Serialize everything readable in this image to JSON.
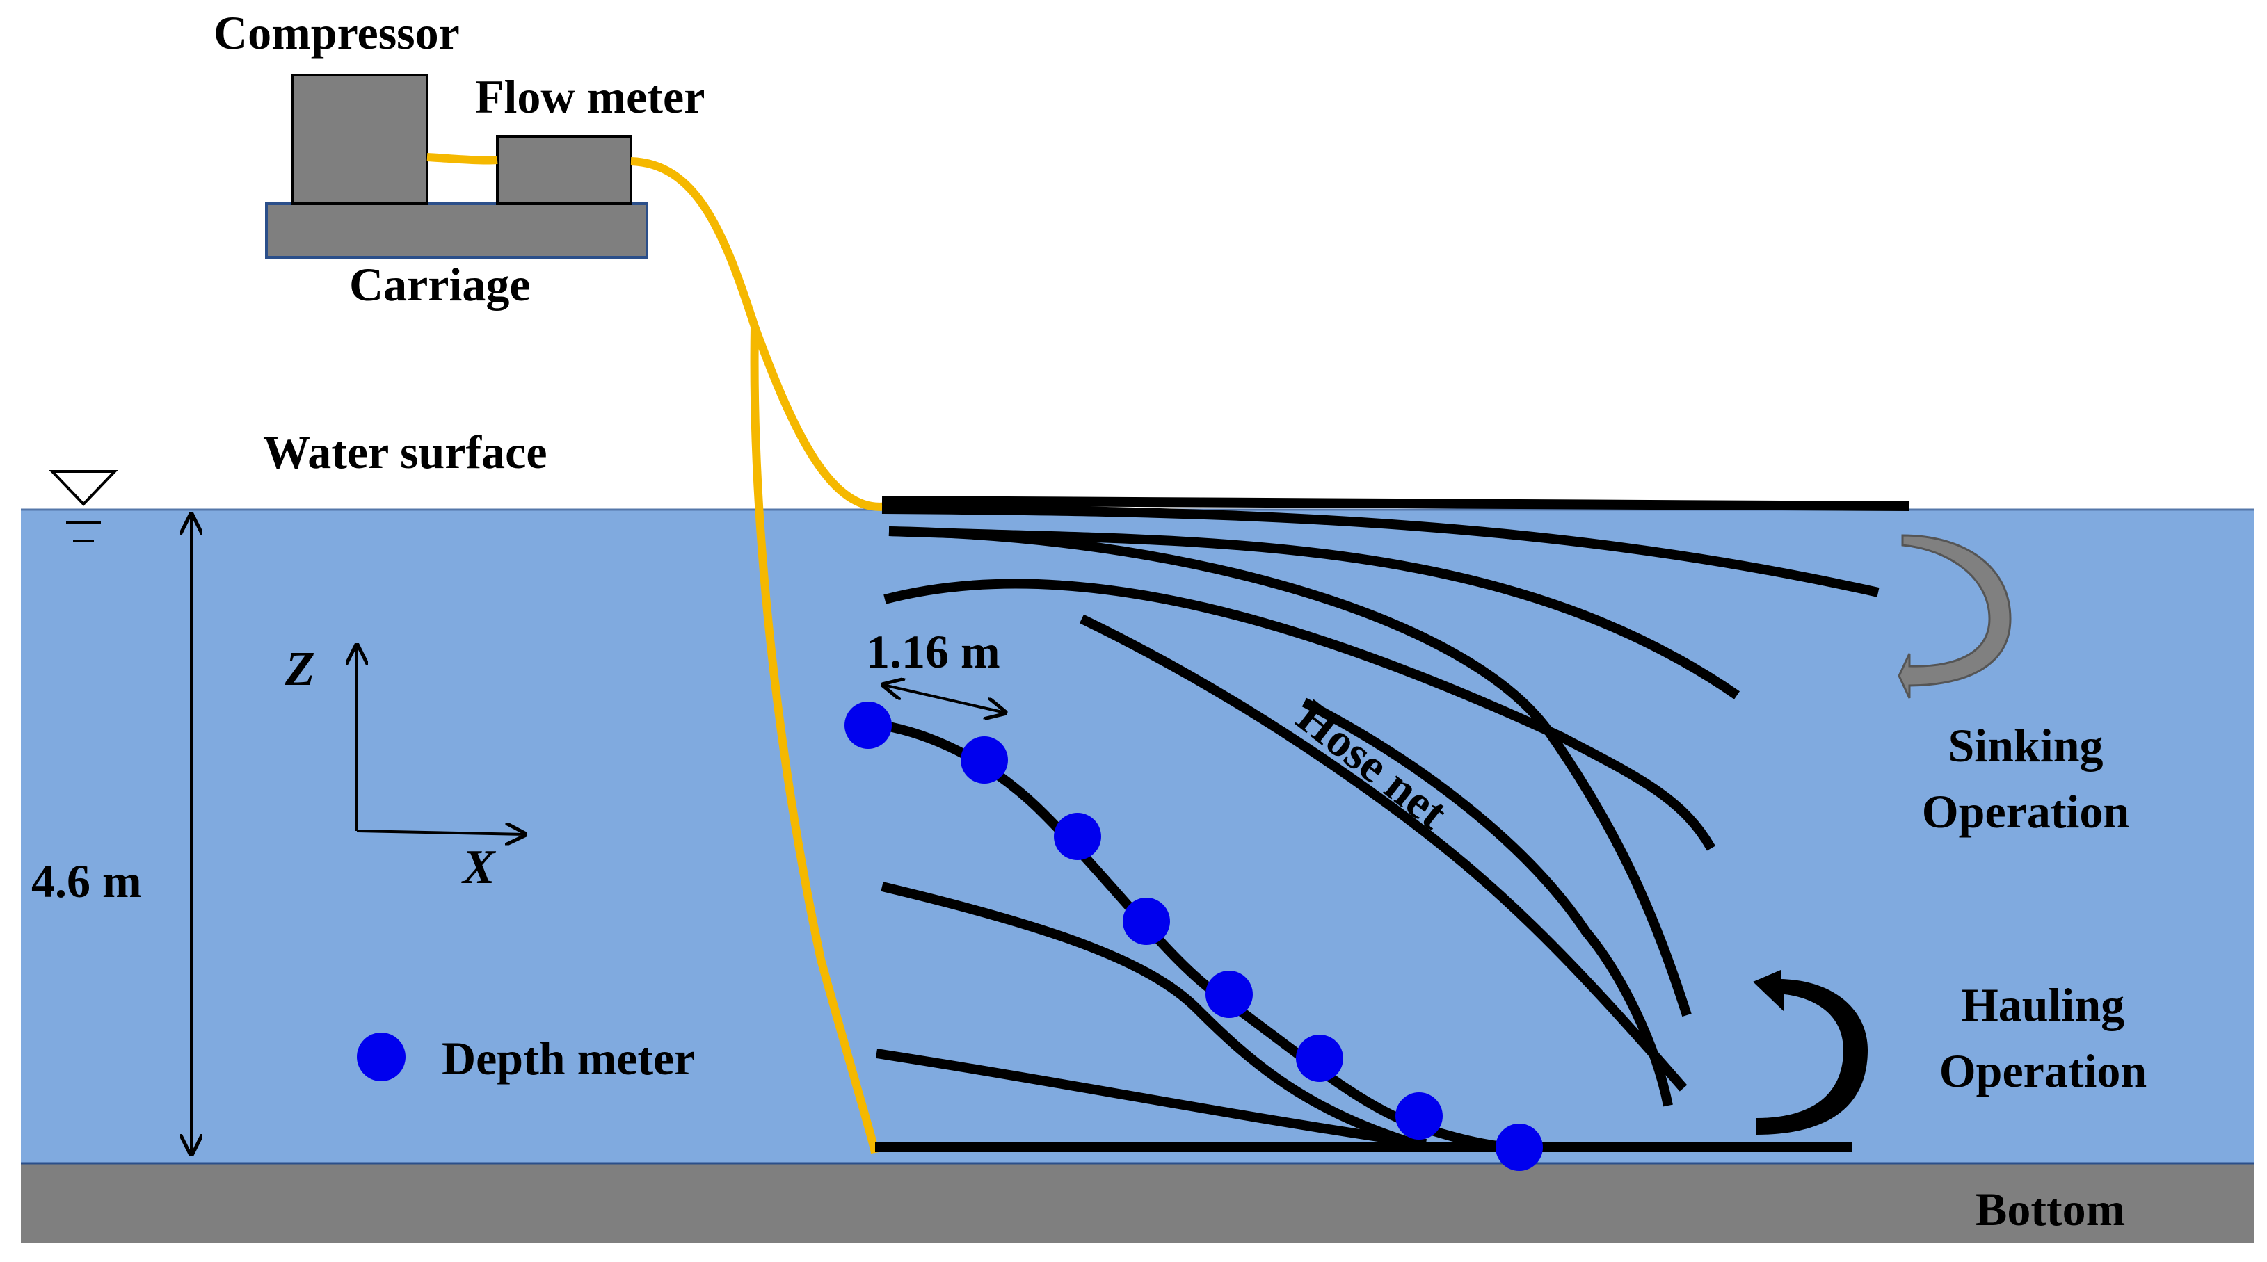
{
  "labels": {
    "compressor": "Compressor",
    "flow_meter": "Flow meter",
    "carriage": "Carriage",
    "water_surface": "Water surface",
    "depth": "4.6 m",
    "axis_z": "Z",
    "axis_x": "X",
    "spacing": "1.16 m",
    "hose_net": "Hose net",
    "sinking_line1": "Sinking",
    "sinking_line2": "Operation",
    "hauling_line1": "Hauling",
    "hauling_line2": "Operation",
    "legend_depth_meter": "Depth meter",
    "bottom": "Bottom"
  },
  "colors": {
    "water": "#80aadf",
    "ground": "#7f7f7f",
    "equipment": "#7f7f7f",
    "air_hose": "#f5b800",
    "net": "#000000",
    "depth_meter": "#0000ee",
    "sinking_arrow": "#808080",
    "hauling_arrow": "#000000"
  },
  "icons": {
    "water_level": "water-level-triangle-icon",
    "sinking": "curved-arrow-down-icon",
    "hauling": "curved-arrow-up-icon"
  }
}
